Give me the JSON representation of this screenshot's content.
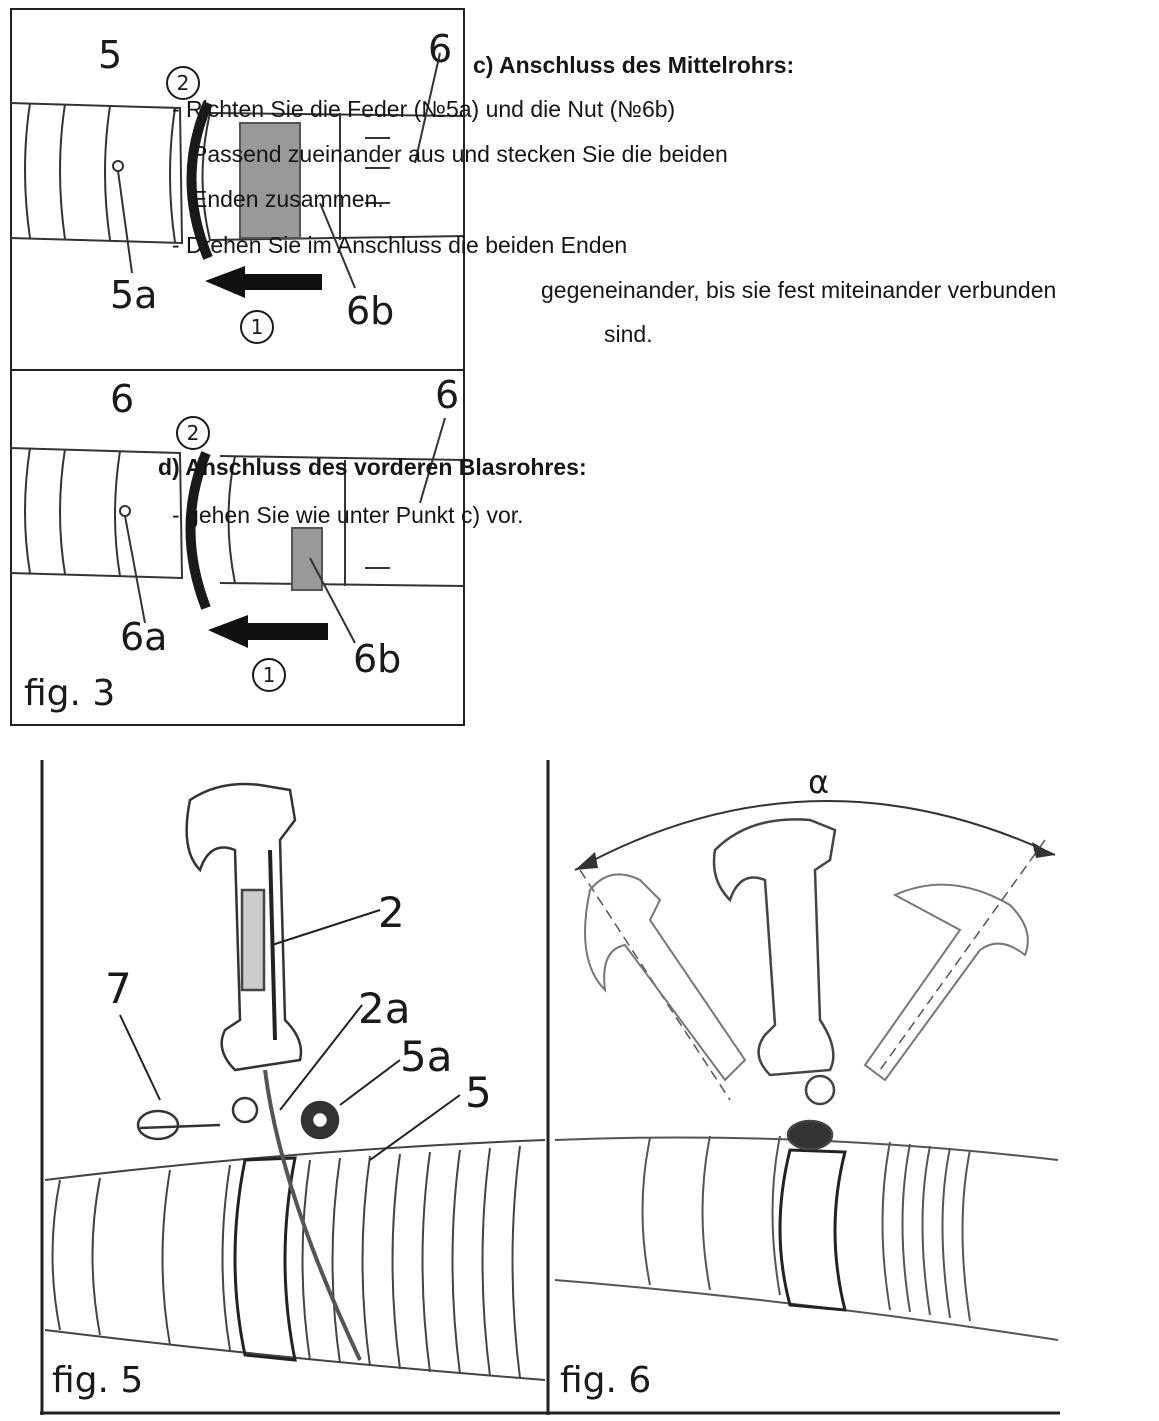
{
  "fig3": {
    "caption": "fig. 3",
    "top": {
      "label_5": "5",
      "label_6": "6",
      "label_5a": "5a",
      "label_6b": "6b",
      "step1": "1",
      "step2": "2"
    },
    "bottom": {
      "label_6_left": "6",
      "label_6_right": "6",
      "label_6a": "6a",
      "label_6b": "6b",
      "step1": "1",
      "step2": "2"
    }
  },
  "section_c": {
    "heading": "c)    Anschluss des Mittelrohrs:",
    "lines": [
      "- Richten Sie die Feder (№5a) und die Nut (№6b)",
      "Passend zueinander aus und stecken Sie die beiden",
      "Enden zusammen.",
      "- Drehen Sie im Anschluss die beiden Enden",
      "gegeneinander, bis sie fest miteinander verbunden",
      "sind."
    ]
  },
  "section_d": {
    "heading": "d)    Anschluss des vorderen Blasrohres:",
    "lines": [
      "- gehen Sie wie unter Punkt c) vor."
    ]
  },
  "fig5": {
    "caption": "fig. 5",
    "label_2": "2",
    "label_2a": "2a",
    "label_5a": "5a",
    "label_5": "5",
    "label_7": "7"
  },
  "fig6": {
    "caption": "fig. 6",
    "label_alpha": "α"
  }
}
